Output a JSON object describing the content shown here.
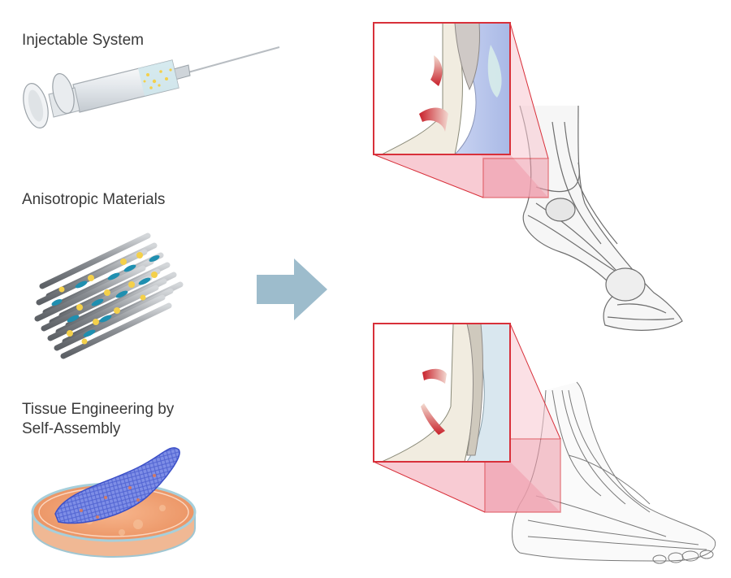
{
  "labels": {
    "injectable": "Injectable System",
    "anisotropic": "Anisotropic Materials",
    "tissue": "Tissue Engineering by\nSelf-Assembly"
  },
  "colors": {
    "arrow": "#9dbccc",
    "zoom_frame": "#d8303a",
    "zoom_fill": "#f7c7d0",
    "tendon_blue": "#b6c4ea",
    "lesion_red": "#c8202a",
    "dish_orange": "#f2a275",
    "scaffold_blue": "#4a5fd0",
    "fiber_gray": "#8a8e93",
    "cell_yellow": "#f4d04a",
    "cell_teal": "#1f8fb0"
  }
}
